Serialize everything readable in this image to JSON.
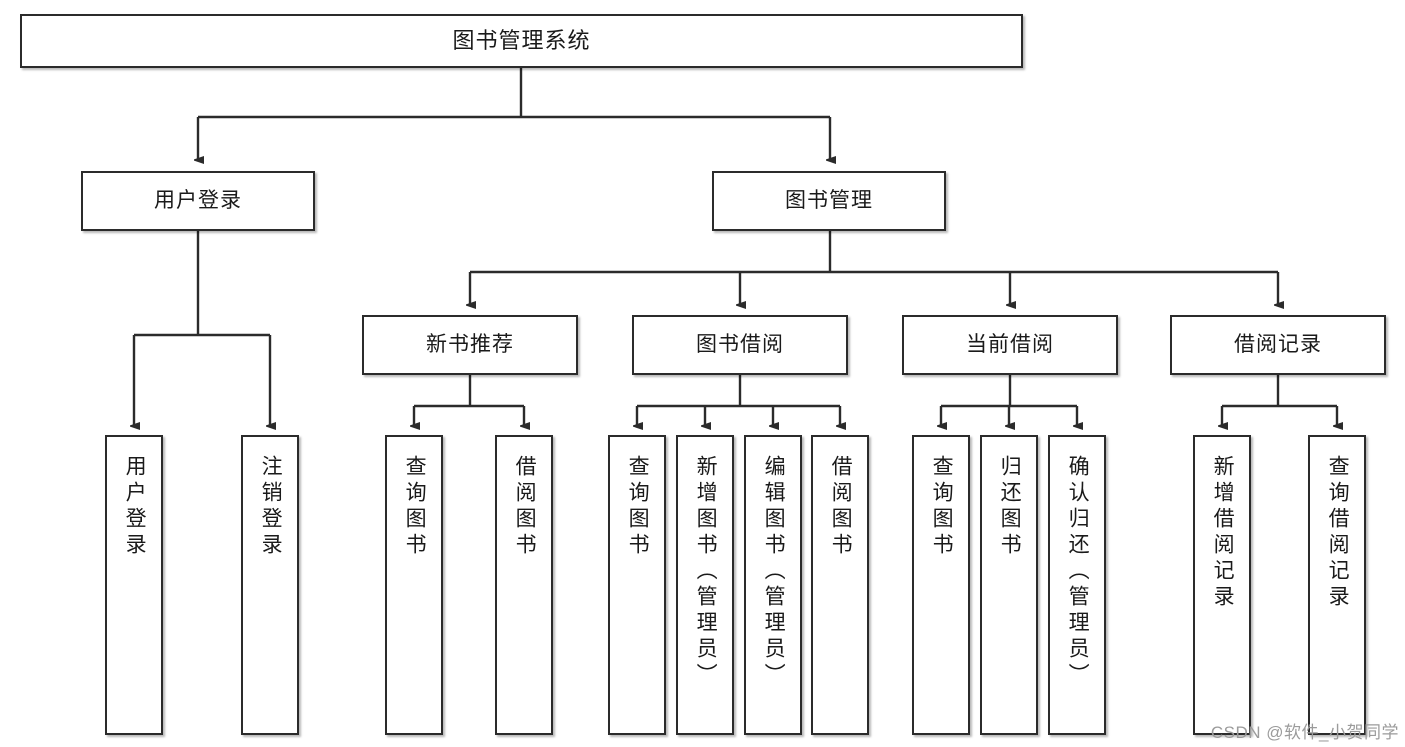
{
  "diagram": {
    "title": "图书管理系统",
    "type": "tree-hierarchy-diagram",
    "watermark": "CSDN @软件_小贺同学",
    "colors": {
      "box_border": "#2b2b2b",
      "box_fill": "#ffffff",
      "connector": "#2b2b2b",
      "text": "#1a1a1a",
      "watermark": "#9b9b9b",
      "background": "#ffffff"
    },
    "root": {
      "label": "图书管理系统"
    },
    "level2": [
      {
        "key": "user_login",
        "label": "用户登录"
      },
      {
        "key": "book_management",
        "label": "图书管理"
      }
    ],
    "level3": [
      {
        "key": "new_book_recommend",
        "label": "新书推荐"
      },
      {
        "key": "book_borrow",
        "label": "图书借阅"
      },
      {
        "key": "current_borrow",
        "label": "当前借阅"
      },
      {
        "key": "borrow_record",
        "label": "借阅记录"
      }
    ],
    "leaves": {
      "user_login": [
        {
          "label": "用户登录"
        },
        {
          "label": "注销登录"
        }
      ],
      "new_book_recommend": [
        {
          "label": "查询图书"
        },
        {
          "label": "借阅图书"
        }
      ],
      "book_borrow": [
        {
          "label": "查询图书"
        },
        {
          "label": "新增图书（管理员）"
        },
        {
          "label": "编辑图书（管理员）"
        },
        {
          "label": "借阅图书"
        }
      ],
      "current_borrow": [
        {
          "label": "查询图书"
        },
        {
          "label": "归还图书"
        },
        {
          "label": "确认归还（管理员）"
        }
      ],
      "borrow_record": [
        {
          "label": "新增借阅记录"
        },
        {
          "label": "查询借阅记录"
        }
      ]
    }
  }
}
